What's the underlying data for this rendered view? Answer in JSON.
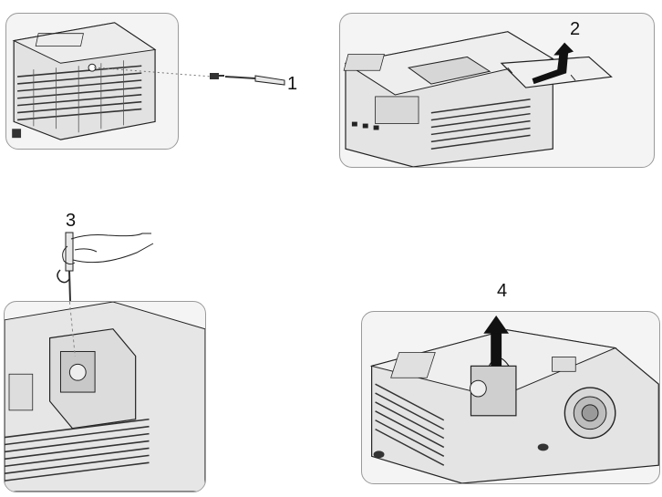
{
  "diagram": {
    "steps": [
      {
        "number": "1"
      },
      {
        "number": "2"
      },
      {
        "number": "3"
      },
      {
        "number": "4"
      }
    ]
  },
  "colors": {
    "line": "#222222",
    "panel_bg": "#f4f4f4",
    "body_fill": "#e6e6e6",
    "vent": "#3a3a3a",
    "arrow": "#111111"
  },
  "icons": [
    "screwdriver-icon",
    "screw-icon",
    "lamp-cover-icon",
    "up-arrow-icon",
    "hand-icon",
    "lamp-module-icon",
    "lens-icon"
  ]
}
